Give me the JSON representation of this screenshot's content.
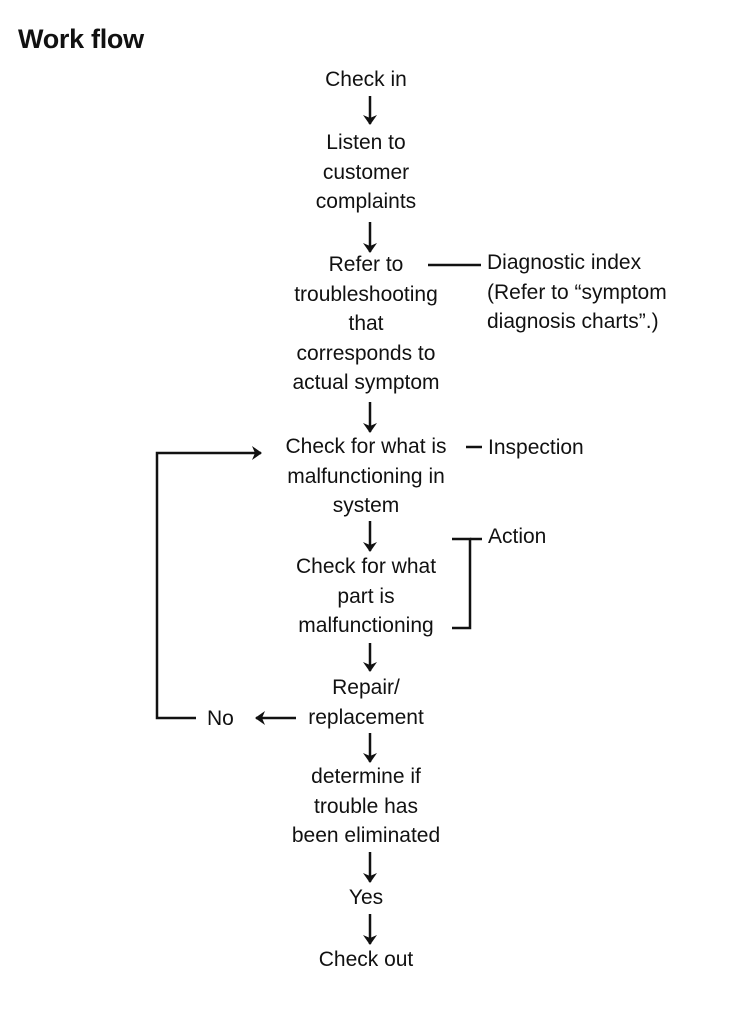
{
  "title": "Work flow",
  "steps": [
    {
      "lines": [
        "Check in"
      ]
    },
    {
      "lines": [
        "Listen to",
        "customer",
        "complaints"
      ]
    },
    {
      "lines": [
        "Refer to",
        "troubleshooting",
        "that",
        "corresponds to",
        "actual symptom"
      ]
    },
    {
      "lines": [
        "Check for what is",
        "malfunctioning in",
        "system"
      ]
    },
    {
      "lines": [
        "Check for what",
        "part is",
        "malfunctioning"
      ]
    },
    {
      "lines": [
        "Repair/",
        "replacement"
      ]
    },
    {
      "lines": [
        "determine if",
        "trouble has",
        "been eliminated"
      ]
    },
    {
      "lines": [
        "Yes"
      ]
    },
    {
      "lines": [
        "Check out"
      ]
    }
  ],
  "notes": {
    "diagnostic": [
      "Diagnostic index",
      "(Refer to “symptom",
      "diagnosis charts”.)"
    ],
    "inspection": "Inspection",
    "action": "Action",
    "no": "No"
  }
}
